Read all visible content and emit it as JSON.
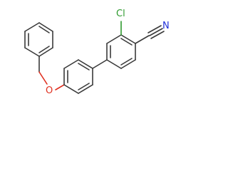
{
  "structure": {
    "atoms": {
      "chlorine": {
        "symbol": "Cl",
        "color": "#2e9a2e"
      },
      "nitrogen": {
        "symbol": "N",
        "color": "#2030d8"
      },
      "oxygen": {
        "symbol": "O",
        "color": "#e03020"
      }
    },
    "bond_color": "#3a3a3a"
  }
}
